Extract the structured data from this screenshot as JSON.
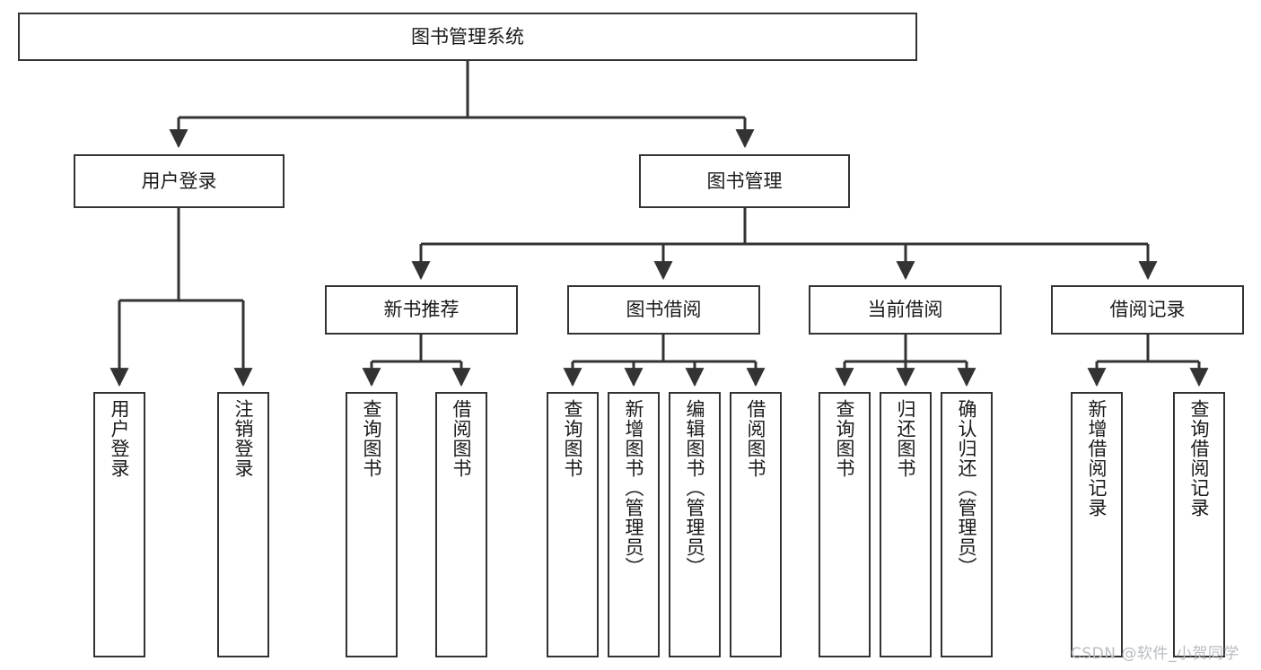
{
  "diagram": {
    "title": "图书管理系统",
    "watermark": "CSDN @软件_小贺同学",
    "colors": {
      "box_border": "#333333",
      "box_fill": "#ffffff",
      "edge": "#333333",
      "text": "#1a1a1a",
      "watermark": "#b9bcc1"
    },
    "nodes": {
      "root": "图书管理系统",
      "level2": {
        "user_login": "用户登录",
        "book_manage": "图书管理"
      },
      "level3": {
        "new_book_rec": "新书推荐",
        "book_borrow": "图书借阅",
        "current_borrow": "当前借阅",
        "borrow_record": "借阅记录"
      },
      "leaves": {
        "user_login_1": "用户登录",
        "user_login_2": "注销登录",
        "new_book_1": "查询图书",
        "new_book_2": "借阅图书",
        "borrow_1": "查询图书",
        "borrow_2": "新增图书（管理员）",
        "borrow_3": "编辑图书（管理员）",
        "borrow_4": "借阅图书",
        "current_1": "查询图书",
        "current_2": "归还图书",
        "current_3": "确认归还（管理员）",
        "record_1": "新增借阅记录",
        "record_2": "查询借阅记录"
      }
    }
  }
}
